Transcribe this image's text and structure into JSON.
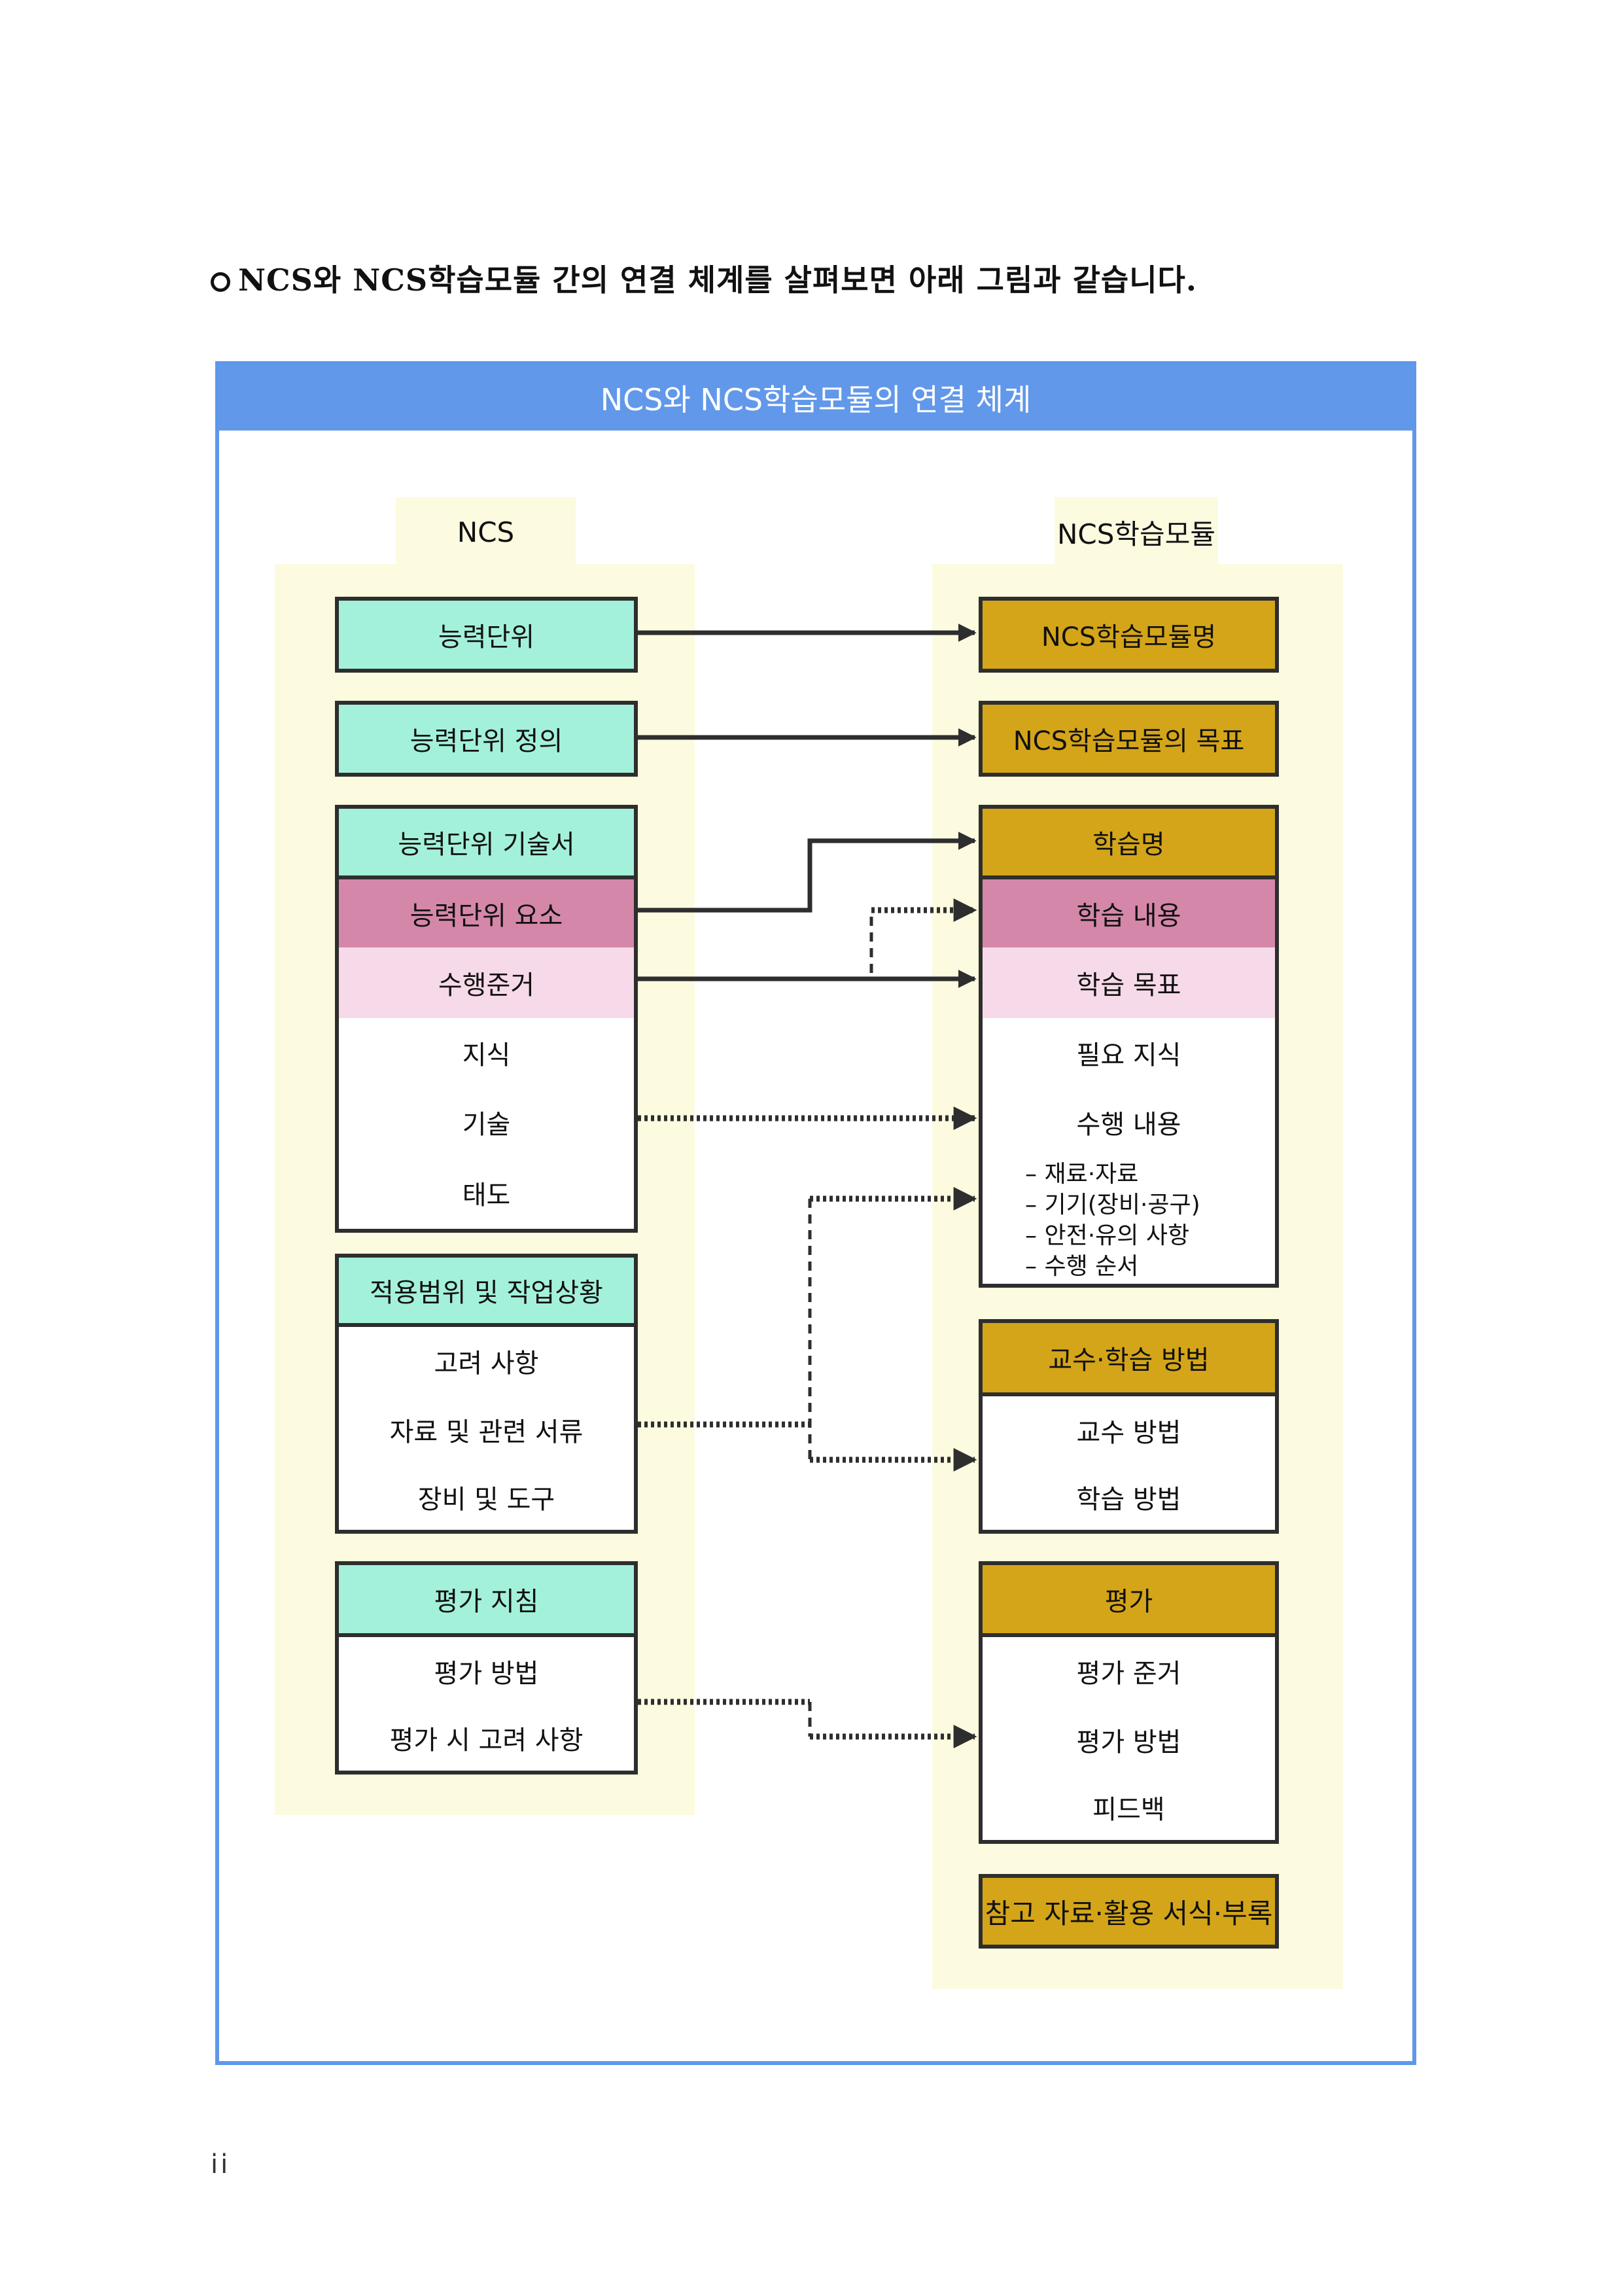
{
  "intro": {
    "bullet": "○",
    "text": "NCS와 NCS학습모듈 간의 연결 체계를 살펴보면 아래 그림과 같습니다."
  },
  "figure": {
    "title": "NCS와 NCS학습모듈의 연결 체계",
    "colors": {
      "header_blue": "#6298ea",
      "column_bg": "#fcfbe0",
      "ncs_head": "#a4f1db",
      "module_head": "#d4a518",
      "element_pink": "#d587aa",
      "criteria_pink": "#f7dae9",
      "border": "#2e2e2e"
    },
    "left": {
      "title": "NCS",
      "unit": "능력단위",
      "unit_definition": "능력단위 정의",
      "descriptor": {
        "head": "능력단위 기술서",
        "element": "능력단위 요소",
        "criteria": "수행준거",
        "items": [
          "지식",
          "기술",
          "태도"
        ]
      },
      "scope": {
        "head": "적용범위 및 작업상황",
        "items": [
          "고려 사항",
          "자료 및 관련 서류",
          "장비 및 도구"
        ]
      },
      "evaluation": {
        "head": "평가 지침",
        "items": [
          "평가 방법",
          "평가 시 고려 사항"
        ]
      }
    },
    "right": {
      "title": "NCS학습모듈",
      "module_name": "NCS학습모듈명",
      "module_goal": "NCS학습모듈의 목표",
      "learning": {
        "head": "학습명",
        "content": "학습 내용",
        "goal": "학습 목표",
        "items": [
          "필요 지식",
          "수행 내용"
        ],
        "subitems": [
          "재료·자료",
          "기기(장비·공구)",
          "안전·유의 사항",
          "수행 순서"
        ]
      },
      "method": {
        "head": "교수·학습 방법",
        "items": [
          "교수 방법",
          "학습 방법"
        ]
      },
      "evaluation": {
        "head": "평가",
        "items": [
          "평가 준거",
          "평가 방법",
          "피드백"
        ]
      },
      "appendix": "참고 자료·활용 서식·부록"
    }
  },
  "page_number": "ii"
}
